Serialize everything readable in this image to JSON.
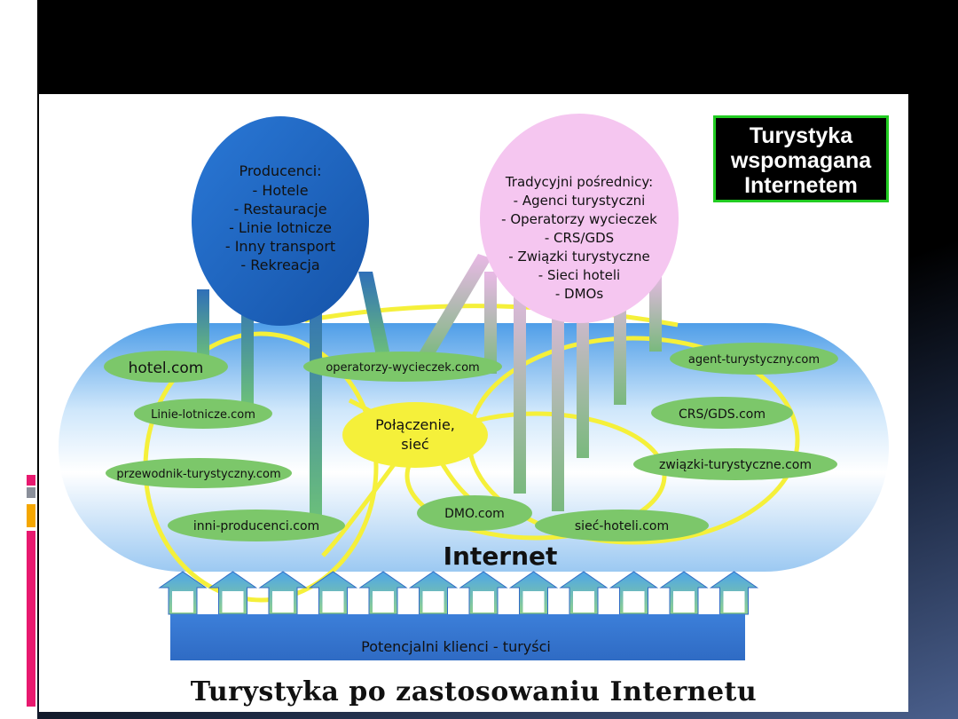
{
  "title_box": {
    "line1": "Turystyka",
    "line2": "wspomagana",
    "line3": "Internetem"
  },
  "producers": {
    "heading": "Producenci:",
    "items": [
      "- Hotele",
      "- Restauracje",
      "- Linie lotnicze",
      "- Inny transport",
      "- Rekreacja"
    ]
  },
  "intermediaries": {
    "heading": "Tradycyjni pośrednicy:",
    "items": [
      "- Agenci turystyczni",
      "- Operatorzy wycieczek",
      "- CRS/GDS",
      "- Związki turystyczne",
      "- Sieci hoteli",
      "- DMOs"
    ]
  },
  "sites": {
    "hotel": "hotel.com",
    "airlines": "Linie-lotnicze.com",
    "guide": "przewodnik-turystyczny.com",
    "other_producers": "inni-producenci.com",
    "tour_operators": "operatorzy-wycieczek.com",
    "agent": "agent-turystyczny.com",
    "crs": "CRS/GDS.com",
    "associations": "związki-turystyczne.com",
    "dmo": "DMO.com",
    "hotel_chain": "sieć-hoteli.com"
  },
  "network": {
    "line1": "Połączenie,",
    "line2": "sieć"
  },
  "internet_label": "Internet",
  "clients_label": "Potencjalni klienci - turyści",
  "caption": "Turystyka po zastosowaniu Internetu",
  "colors": {
    "producers_circle": "#1e5fbf",
    "intermediaries_circle": "#f5c6f0",
    "site_pill": "#7cc76a",
    "network_node": "#f5f03a",
    "accent_pink": "#e8196f",
    "accent_orange": "#f5a700"
  }
}
